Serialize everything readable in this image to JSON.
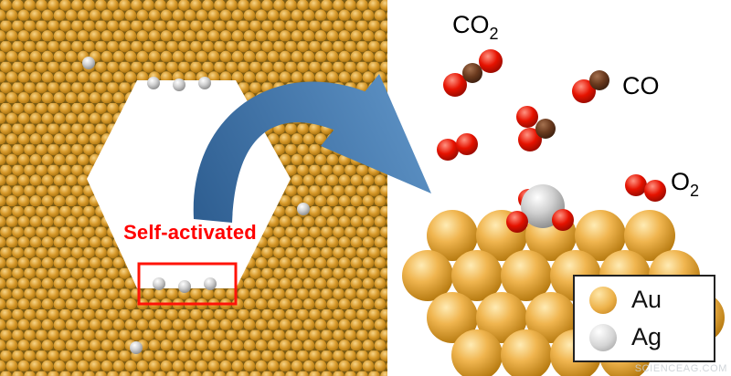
{
  "left_panel": {
    "self_activated_label": "Self-activated"
  },
  "molecules": {
    "co2": {
      "main": "CO",
      "sub": "2"
    },
    "co": {
      "label": "CO"
    },
    "o2": {
      "main": "O",
      "sub": "2"
    }
  },
  "legend": {
    "items": [
      {
        "label": "Au"
      },
      {
        "label": "Ag"
      }
    ]
  },
  "watermark": "SCIENCEAG.COM",
  "colors": {
    "gold": "#D89A2B",
    "gold_bright": "#F0B54F",
    "silver": "#D0D0D0",
    "red": "#E61200",
    "brown": "#6B3A1E",
    "arrow_blue_dark": "#2F5F92",
    "arrow_blue_light": "#5E93C6",
    "accent_red": "#FF1408",
    "label_red": "#FF0000"
  }
}
